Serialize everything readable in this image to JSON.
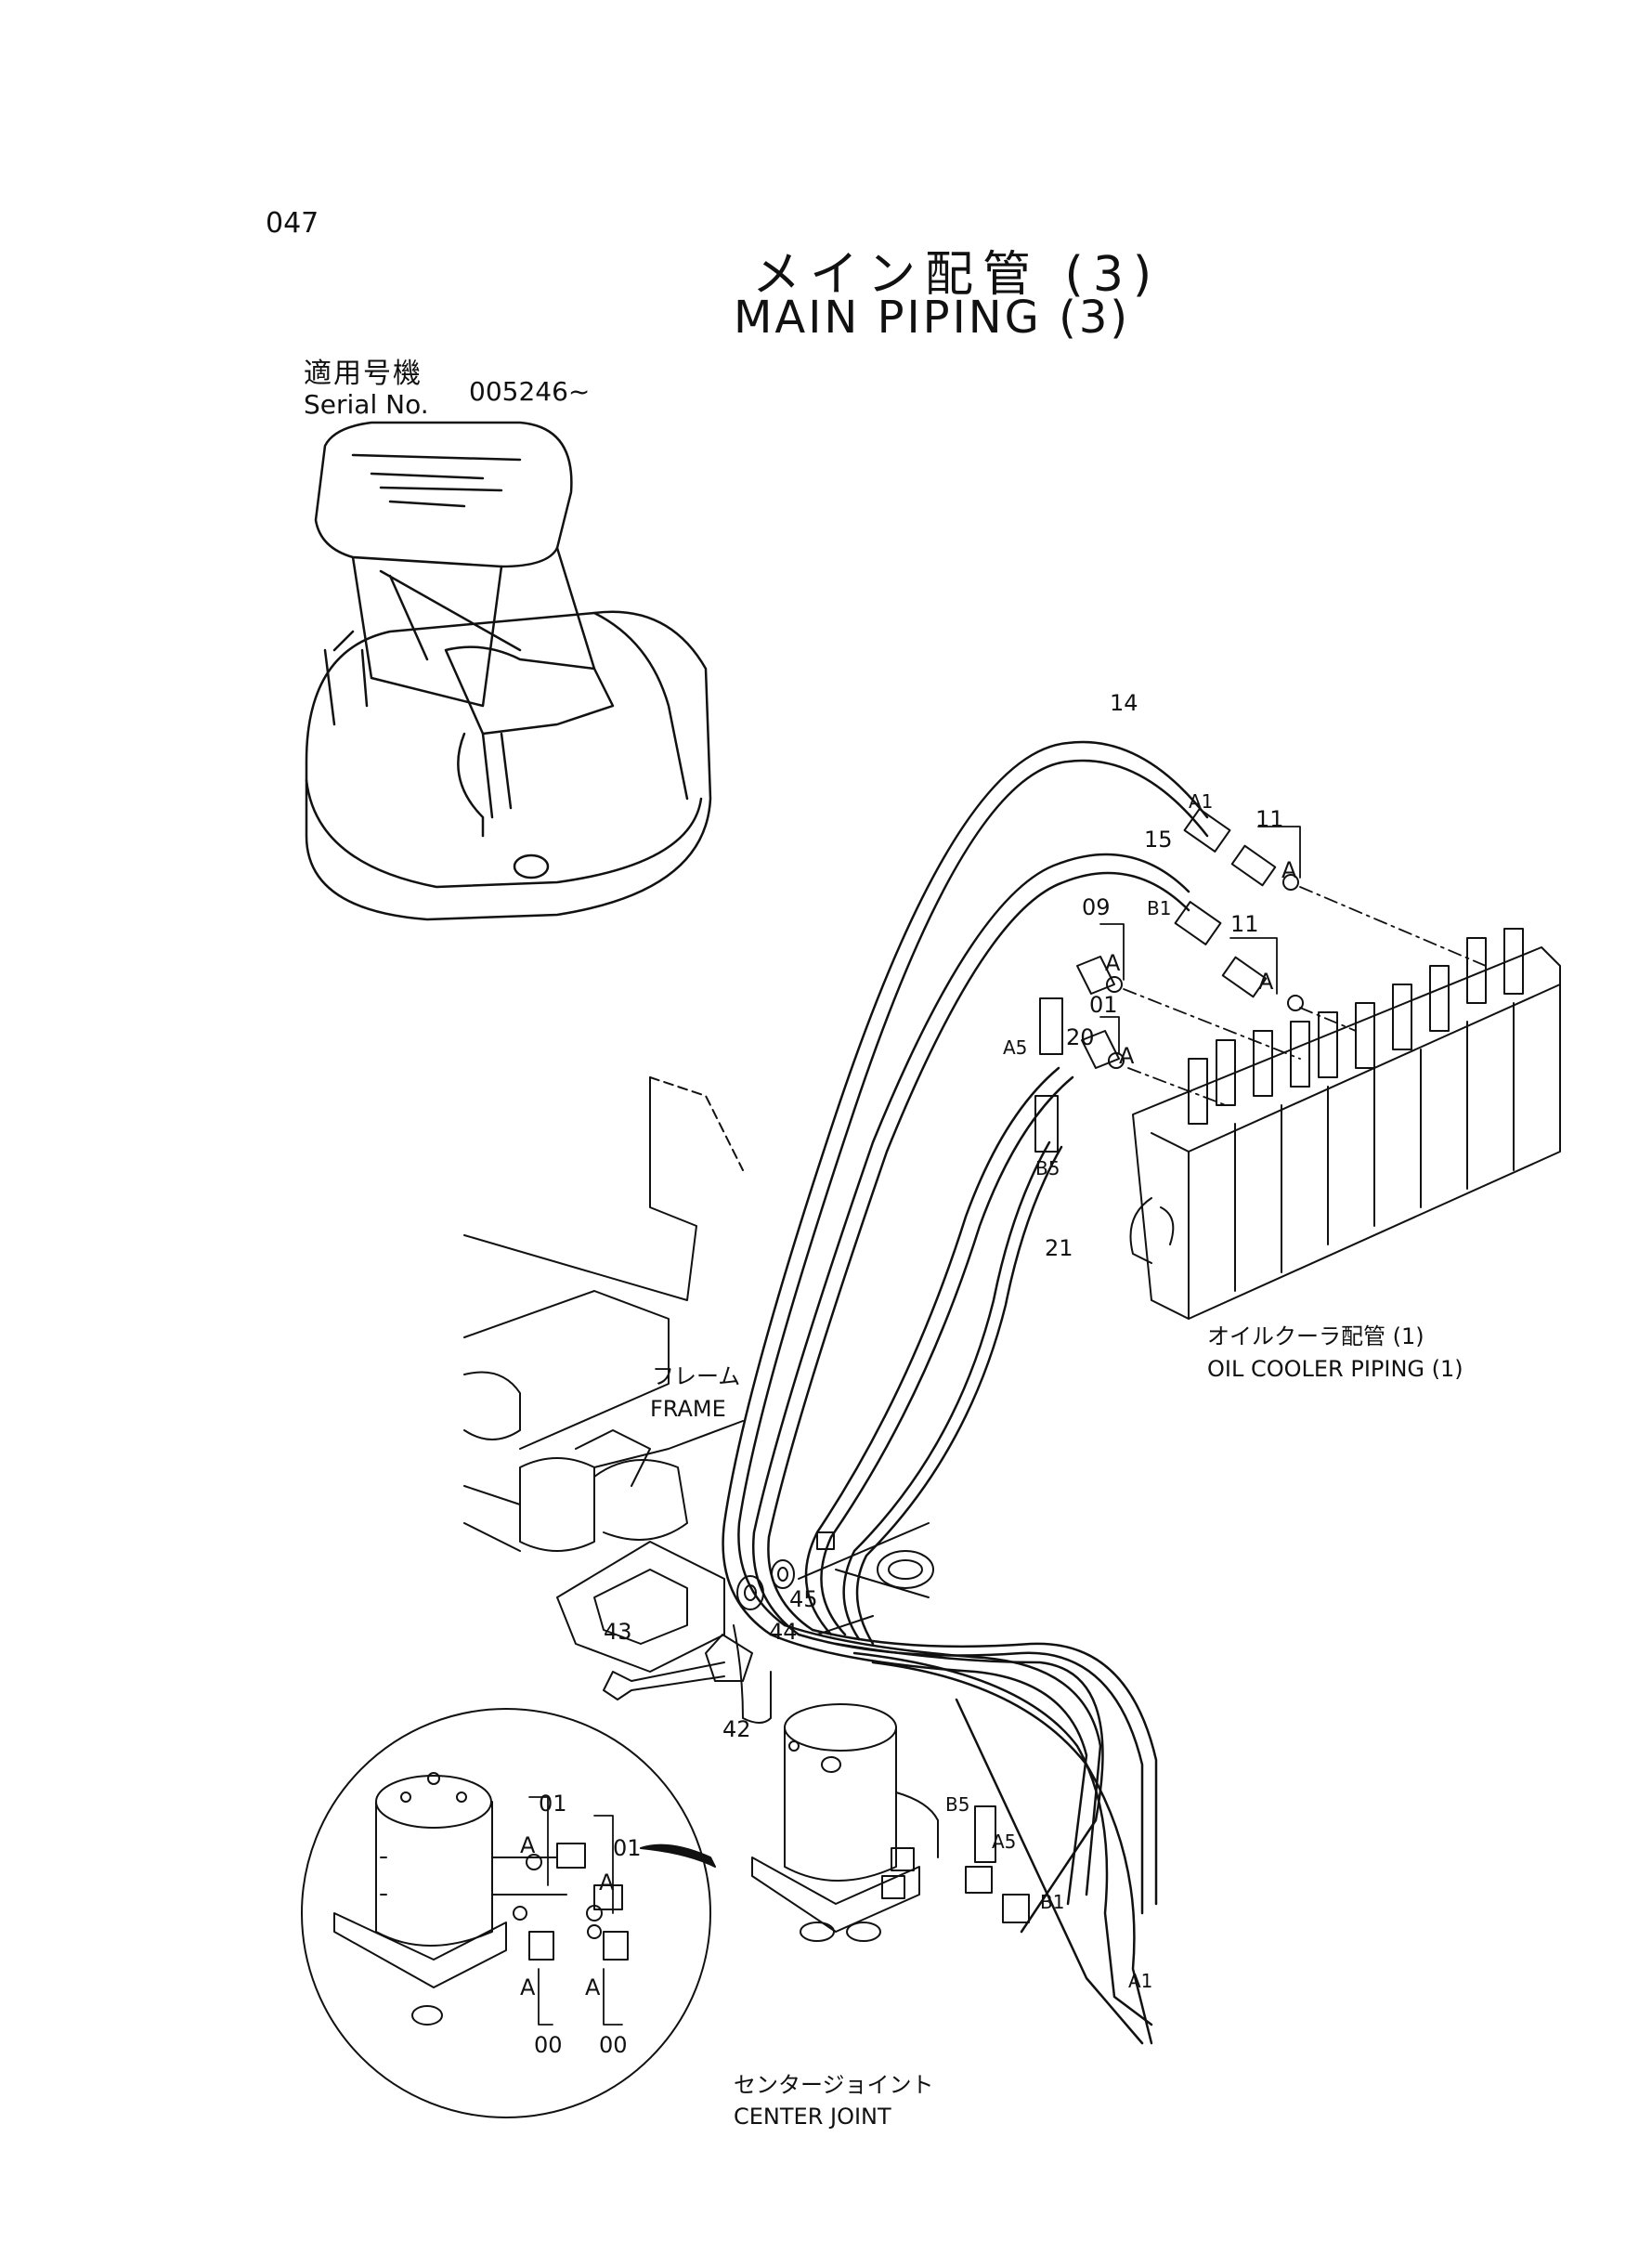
{
  "page_number": "047",
  "title": {
    "japanese": "メイン配管 (3)",
    "english": "MAIN PIPING (3)"
  },
  "serial": {
    "label_jp": "適用号機",
    "label_en": "Serial No.",
    "value": "005246~"
  },
  "captions": {
    "oil_cooler_jp": "オイルクーラ配管 (1)",
    "oil_cooler_en": "OIL COOLER PIPING (1)",
    "frame_jp": "フレーム",
    "frame_en": "FRAME",
    "center_joint_jp": "センタージョイント",
    "center_joint_en": "CENTER JOINT"
  },
  "part_labels": {
    "p14": "14",
    "p15": "15",
    "p11a": "11",
    "p11b": "11",
    "p09": "09",
    "p01": "01",
    "p20": "20",
    "p21": "21",
    "p43": "43",
    "p44": "44",
    "p45": "45",
    "p42": "42",
    "A1": "A1",
    "B1": "B1",
    "A5": "A5",
    "B5": "B5",
    "A": "A",
    "inset_01a": "01",
    "inset_01b": "01",
    "inset_00a": "00",
    "inset_00b": "00",
    "cj_B5": "B5",
    "cj_A5": "A5",
    "cj_B1": "B1",
    "cj_A1": "A1"
  }
}
